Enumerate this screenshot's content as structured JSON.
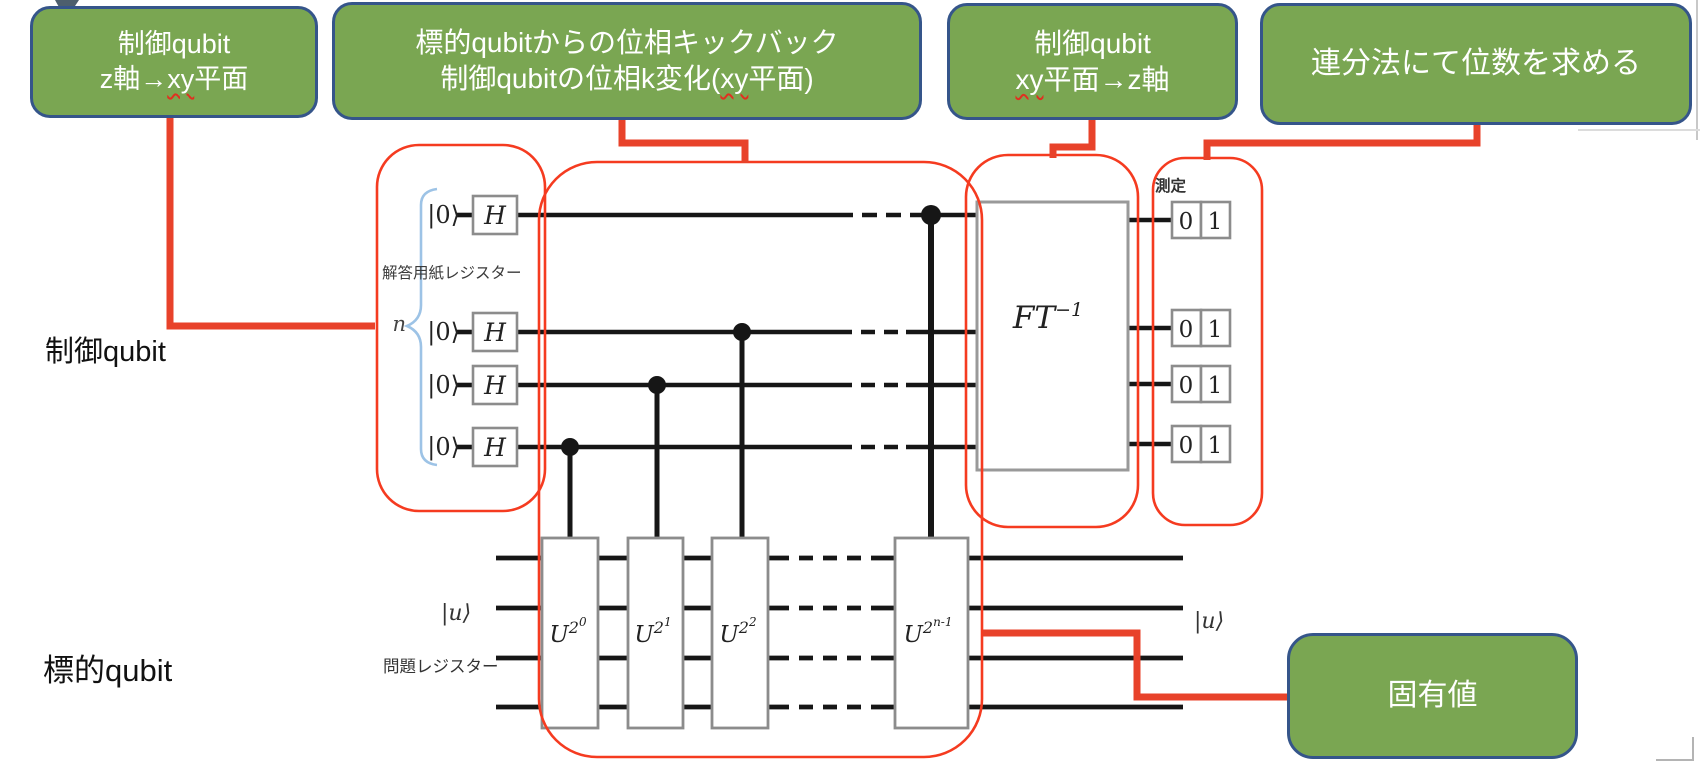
{
  "colors": {
    "green-fill": "#7aa652",
    "green-border": "#35558a",
    "red-line": "#e8422a",
    "red-outline": "#f53b20",
    "wire": "#161616",
    "gate-border": "#8c8c8c",
    "brace-blue": "#9dc3e6"
  },
  "annotations": {
    "box1": {
      "line1": "制御qubit",
      "line2_a": "z軸→",
      "line2_wavy": "xy",
      "line2_b": "平面"
    },
    "box2": {
      "line1": "標的qubitからの位相キックバック",
      "line2_a": "制御qubitの位相k変化(",
      "line2_wavy": "xy",
      "line2_b": "平面)"
    },
    "box3": {
      "line1": "制御qubit",
      "line2_wavy": "xy",
      "line2_b": "平面→z軸"
    },
    "box4": {
      "line1": "連分法にて位数を求める"
    },
    "eigenvalue": {
      "label": "固有値"
    }
  },
  "labels": {
    "control_qubit": "制御qubit",
    "target_qubit": "標的qubit",
    "answer_register": "解答用紙レジスター",
    "problem_register": "問題レジスター",
    "n": "n",
    "measure": "測定"
  },
  "circuit": {
    "ket0": "|0⟩",
    "ket_u": "|u⟩",
    "h": "H",
    "u_base": "U",
    "u_sup": "2",
    "u_exponents": [
      "0",
      "1",
      "2",
      "n-1"
    ],
    "ft_base": "FT",
    "ft_sup": "−1",
    "bit0": "0",
    "bit1": "1"
  }
}
